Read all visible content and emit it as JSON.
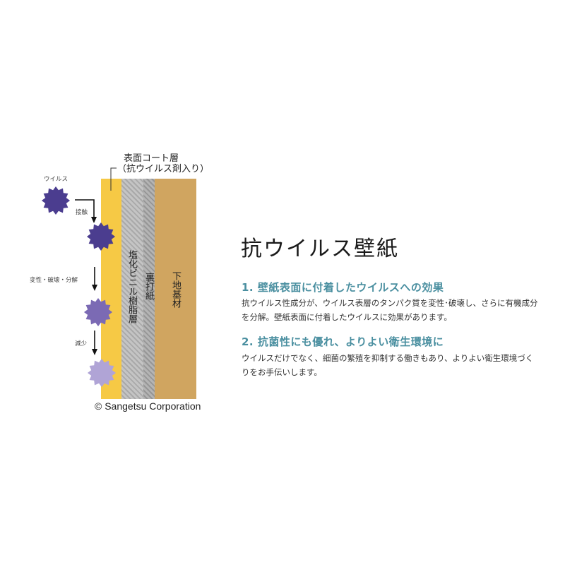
{
  "diagram": {
    "callout": {
      "line1": "表面コート層",
      "line2": "（抗ウイルス剤入り）"
    },
    "layers": [
      {
        "name": "surface-coat",
        "label": "",
        "color": "#f6c945"
      },
      {
        "name": "pvc-resin",
        "label": "塩化ビニル樹脂層",
        "color": "#bdbdbd"
      },
      {
        "name": "backing-paper",
        "label": "裏打紙",
        "color": "#a8a8a8"
      },
      {
        "name": "base-material",
        "label": "下地基材",
        "color": "#d0a560"
      }
    ],
    "virus_label": "ウイルス",
    "steps": [
      {
        "label": "接触"
      },
      {
        "label": "変性・破壊・分解"
      },
      {
        "label": "減少"
      }
    ],
    "virus_colors": [
      "#4b3d8f",
      "#4b3d8f",
      "#7b6ab4",
      "#b0a4d6"
    ],
    "copyright": "© Sangetsu Corporation"
  },
  "content": {
    "title": "抗ウイルス壁紙",
    "accent_color": "#4a8fa0",
    "sections": [
      {
        "heading": "1. 壁紙表面に付着したウイルスへの効果",
        "body": "抗ウイルス性成分が、ウイルス表層のタンパク質を変性･破壊し、さらに有機成分を分解。壁紙表面に付着したウイルスに効果があります。"
      },
      {
        "heading": "2. 抗菌性にも優れ、よりよい衛生環境に",
        "body": "ウイルスだけでなく、細菌の繁殖を抑制する働きもあり、よりよい衛生環境づくりをお手伝いします。"
      }
    ]
  }
}
